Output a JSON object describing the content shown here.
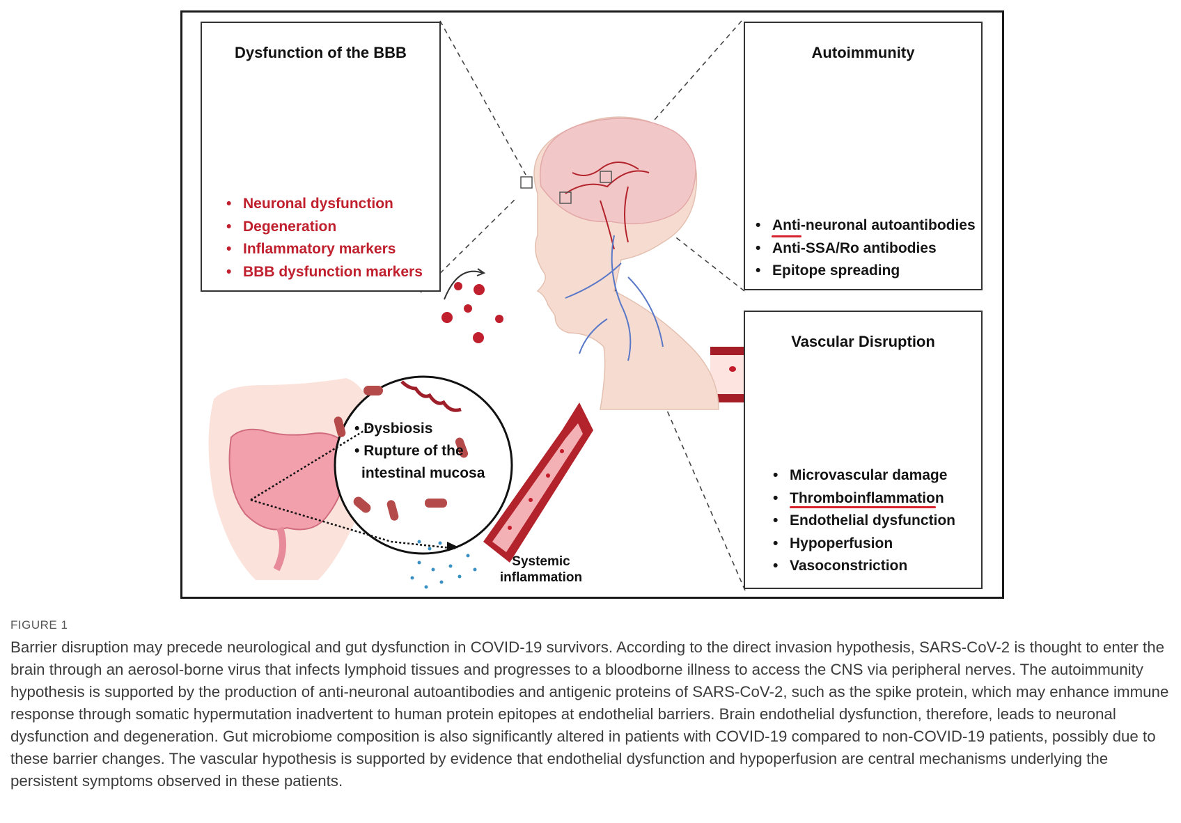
{
  "figure": {
    "bbb": {
      "title": "Dysfunction of the BBB",
      "items": [
        "Neuronal dysfunction",
        "Degeneration",
        "Inflammatory markers",
        "BBB dysfunction markers"
      ]
    },
    "autoimmunity": {
      "title": "Autoimmunity",
      "items": [
        "Anti-neuronal autoantibodies",
        "Anti-SSA/Ro antibodies",
        "Epitope spreading"
      ]
    },
    "vascular": {
      "title": "Vascular Disruption",
      "items": [
        "Microvascular damage",
        "Thromboinflammation",
        "Endothelial dysfunction",
        "Hypoperfusion",
        "Vasoconstriction"
      ]
    },
    "gut": {
      "items": [
        "Dysbiosis",
        "Rupture of the",
        "intestinal mucosa"
      ]
    },
    "systemic": {
      "line1": "Systemic",
      "line2": "inflammation"
    },
    "colors": {
      "accent_red": "#c0202e",
      "vessel_red": "#b3232c",
      "nerve_blue": "#5a78c8",
      "brain_pink": "#f2c7c7"
    }
  },
  "caption": {
    "label": "FIGURE 1",
    "text": "Barrier disruption may precede neurological and gut dysfunction in COVID-19 survivors. According to the direct invasion hypothesis, SARS-CoV-2 is thought to enter the brain through an aerosol-borne virus that infects lymphoid tissues and progresses to a bloodborne illness to access the CNS via peripheral nerves. The autoimmunity hypothesis is supported by the production of anti-neuronal autoantibodies and antigenic proteins of SARS-CoV-2, such as the spike protein, which may enhance immune response through somatic hypermutation inadvertent to human protein epitopes at endothelial barriers. Brain endothelial dysfunction, therefore, leads to neuronal dysfunction and degeneration. Gut microbiome composition is also significantly altered in patients with COVID-19 compared to non-COVID-19 patients, possibly due to these barrier changes. The vascular hypothesis is supported by evidence that endothelial dysfunction and hypoperfusion are central mechanisms underlying the persistent symptoms observed in these patients."
  }
}
